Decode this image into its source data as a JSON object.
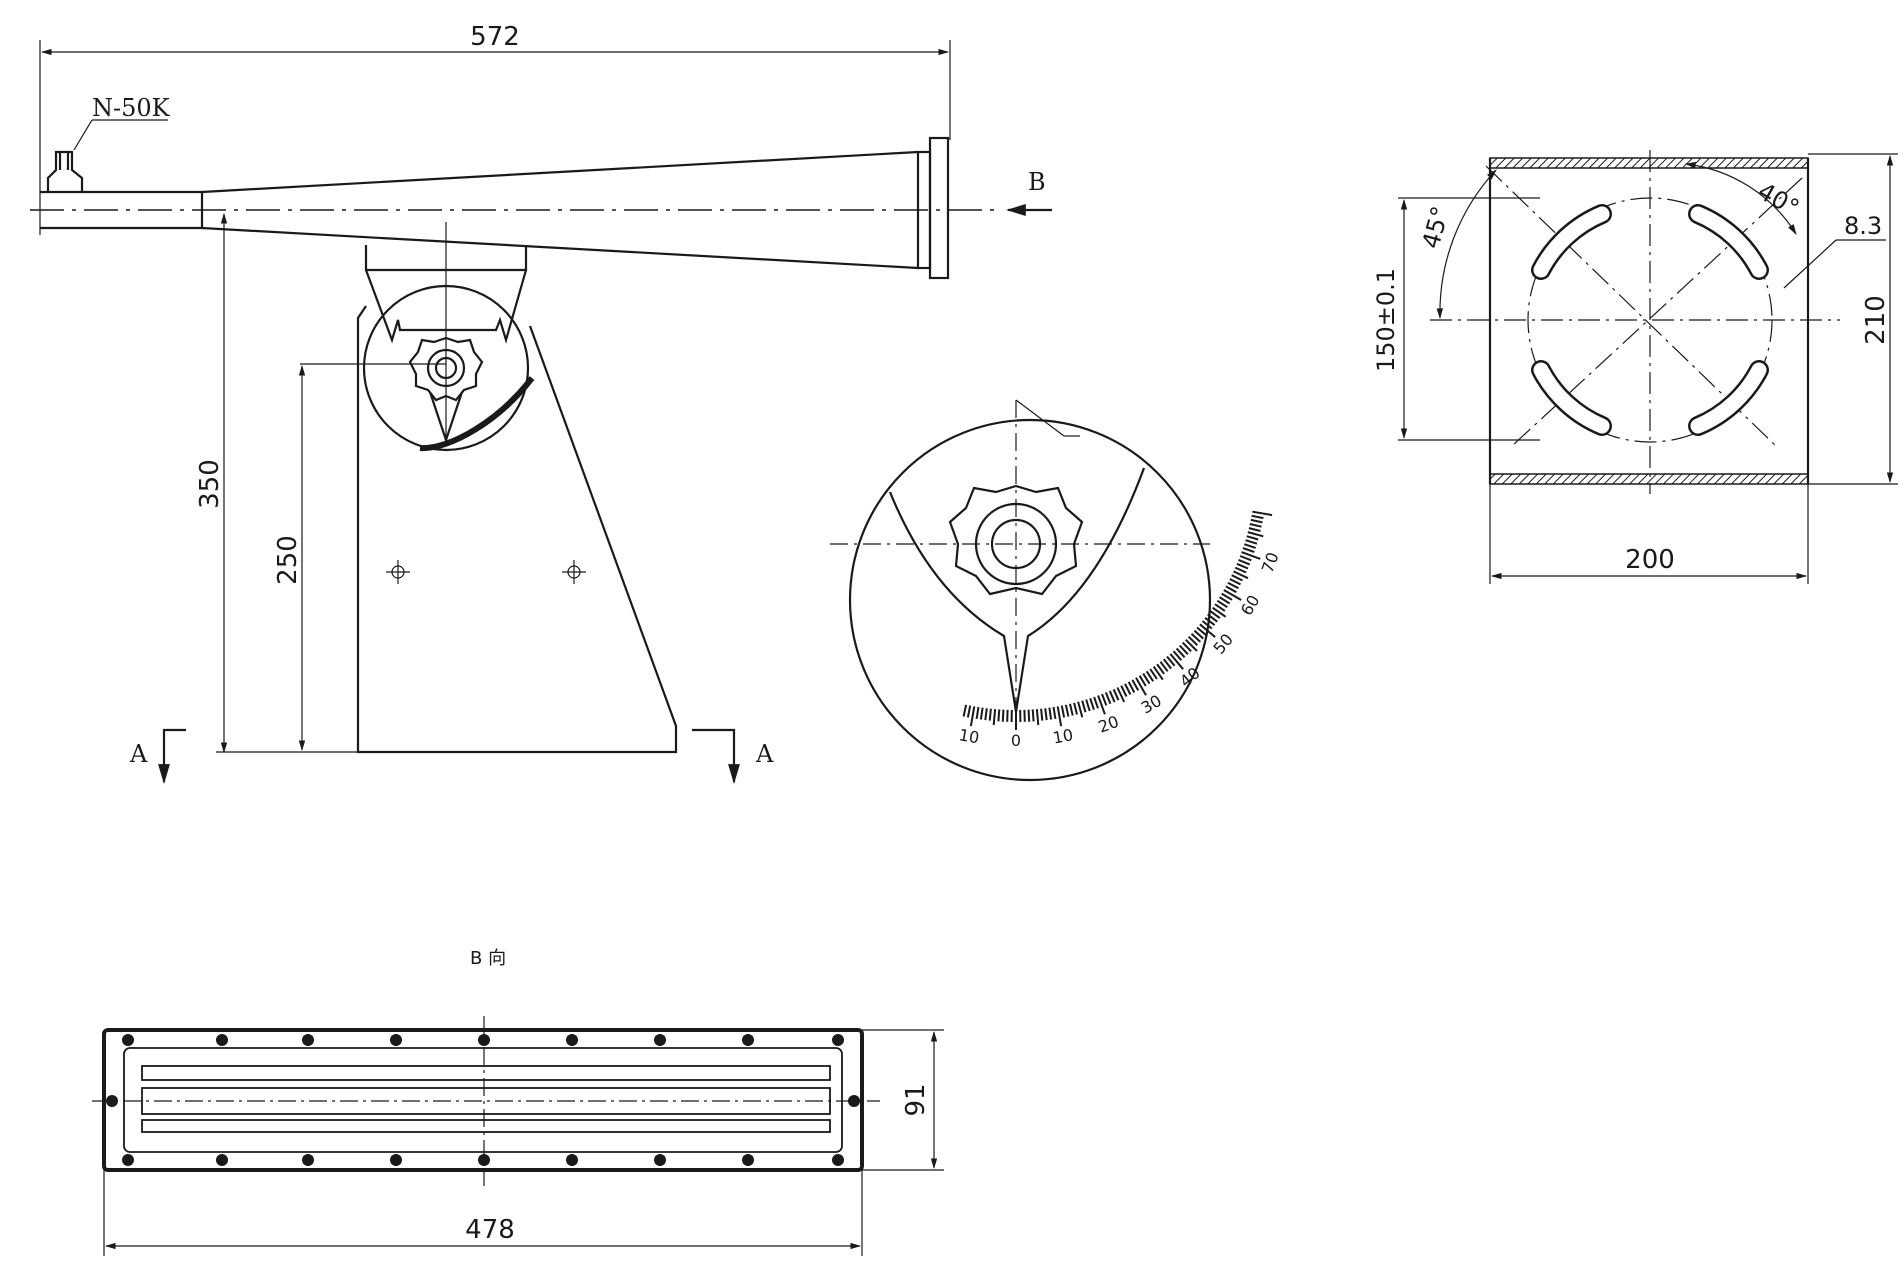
{
  "labels": {
    "overall_length": "572",
    "connector": "N-50K",
    "view_b": "B",
    "height_350": "350",
    "height_250": "250",
    "section_a": "A",
    "section_title": "B 向",
    "width_478": "478",
    "height_91": "91",
    "angle_40": "40°",
    "angle_45": "45°",
    "slot_8_3": "8.3",
    "dim_150": "150±0.1",
    "dim_210": "210",
    "dim_200": "200"
  },
  "scale": {
    "ticks": [
      "10",
      "0",
      "10",
      "20",
      "30",
      "40",
      "50",
      "60",
      "70"
    ]
  },
  "colors": {
    "ink": "#1a1a1a",
    "hatch": "#1a1a1a"
  }
}
